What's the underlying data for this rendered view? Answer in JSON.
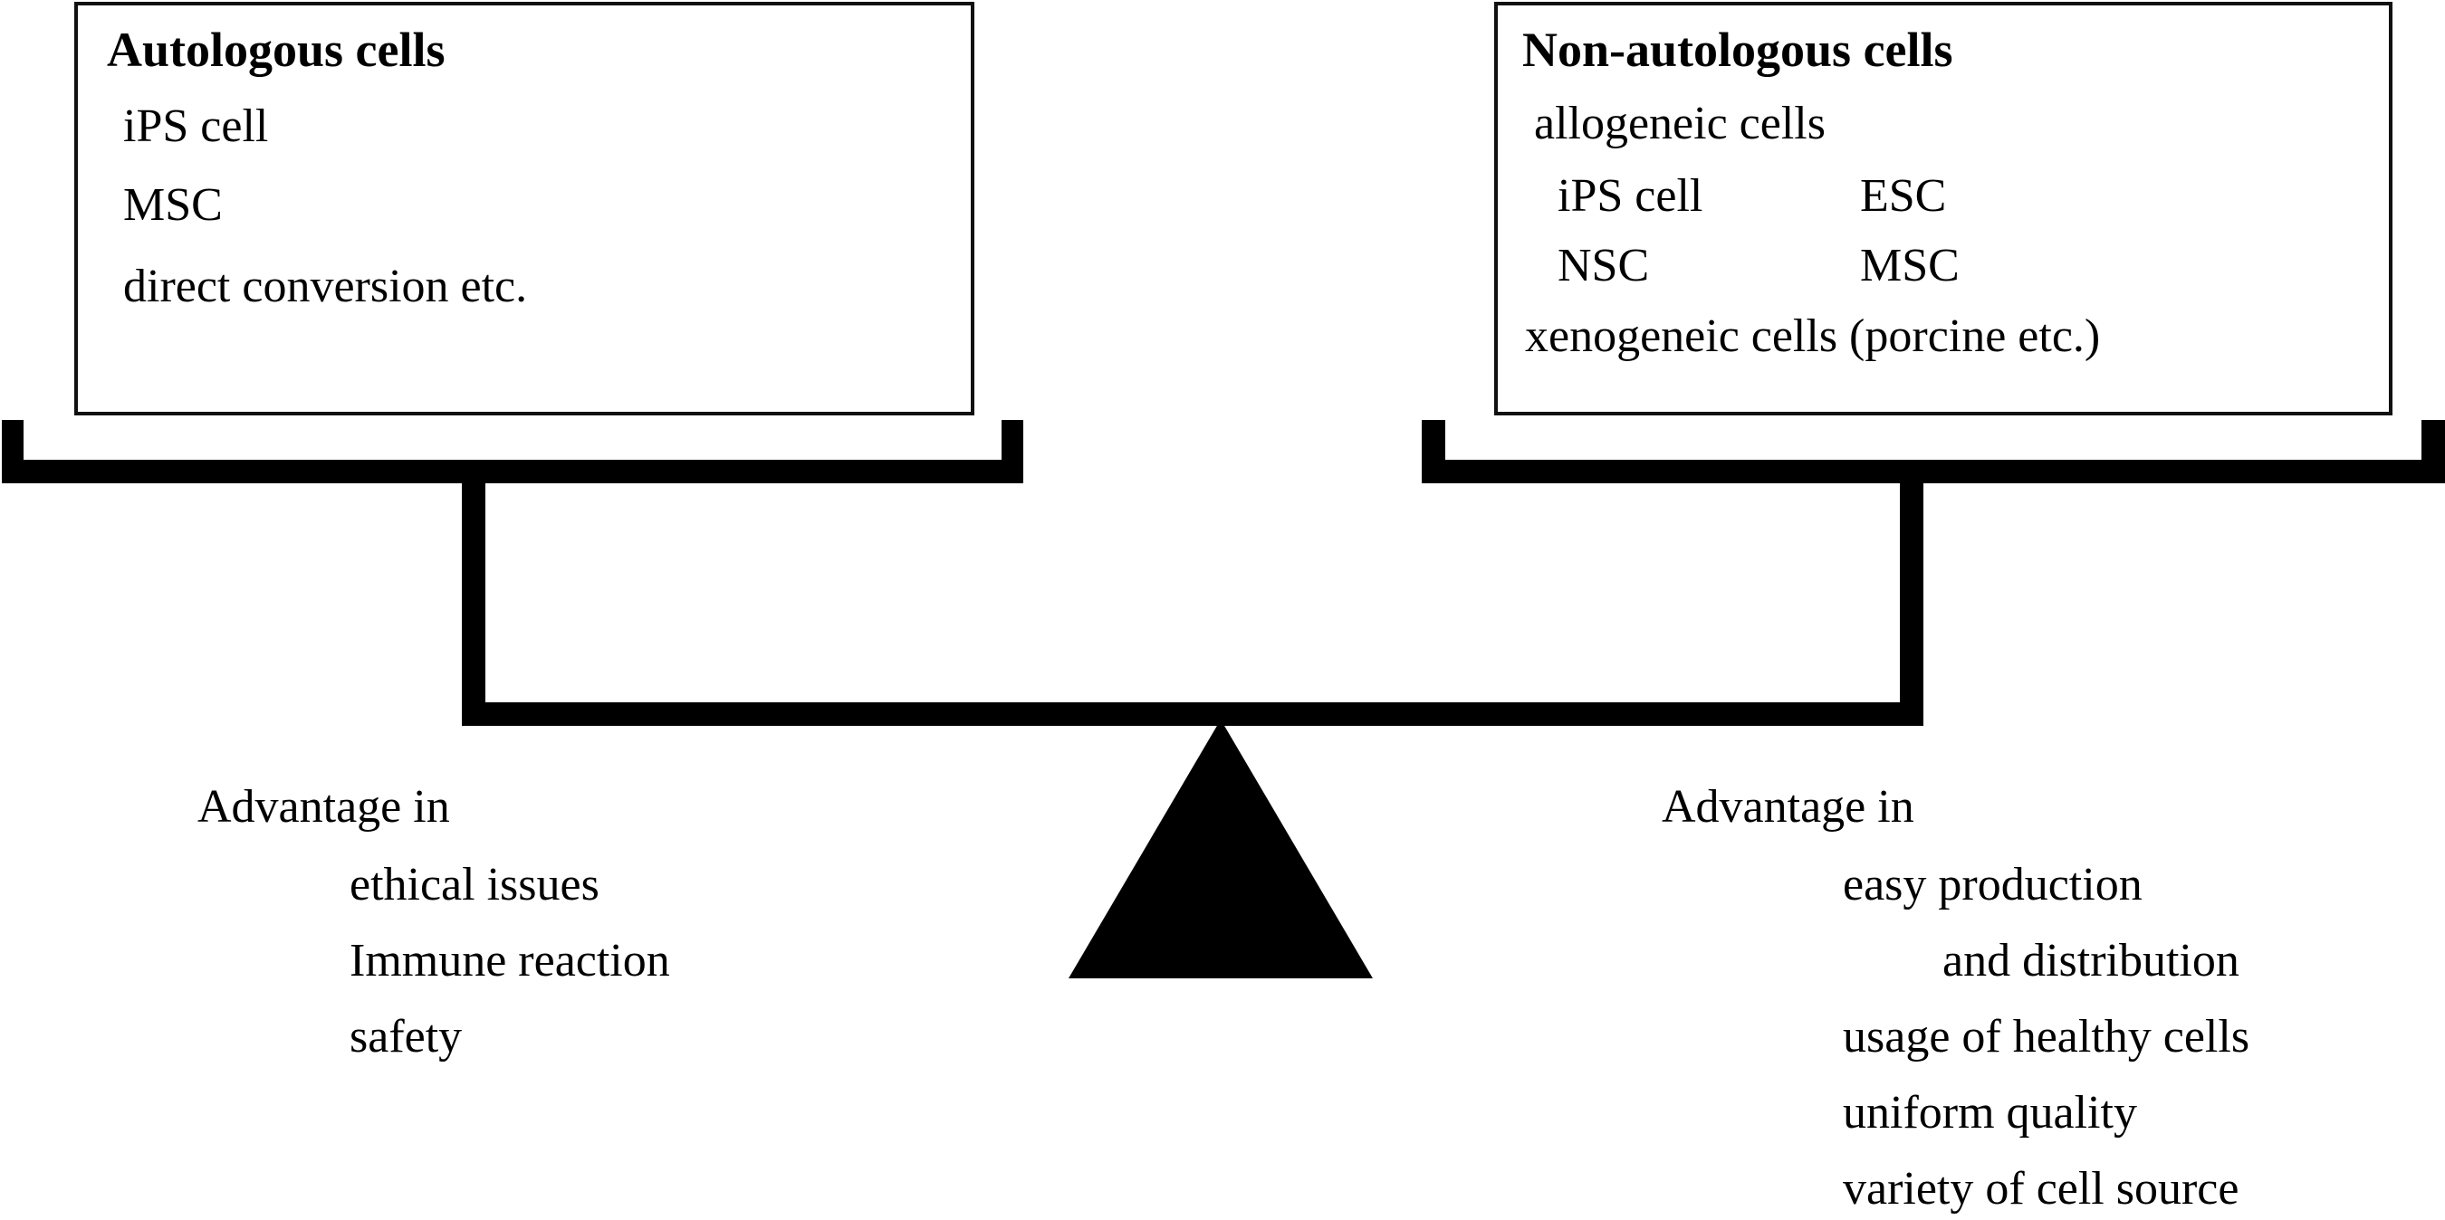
{
  "diagram": {
    "kind": "balance-scale-comparison",
    "background_color": "#ffffff",
    "stroke_color": "#000000"
  },
  "left_box": {
    "title": "Autologous cells",
    "lines": [
      "iPS cell",
      "MSC",
      "direct conversion etc."
    ]
  },
  "right_box": {
    "title": "Non-autologous cells",
    "group_label": "allogeneic cells",
    "grid": [
      {
        "col1": "iPS cell",
        "col2": "ESC"
      },
      {
        "col1": "NSC",
        "col2": "MSC"
      }
    ],
    "footer": "xenogeneic cells (porcine etc.)"
  },
  "left_advantages": {
    "heading": "Advantage in",
    "items": [
      "ethical issues",
      "Immune reaction",
      "safety"
    ]
  },
  "right_advantages": {
    "heading": "Advantage in",
    "items": [
      "easy production",
      "and distribution",
      "usage of healthy cells",
      "uniform quality",
      "variety of cell source"
    ]
  }
}
